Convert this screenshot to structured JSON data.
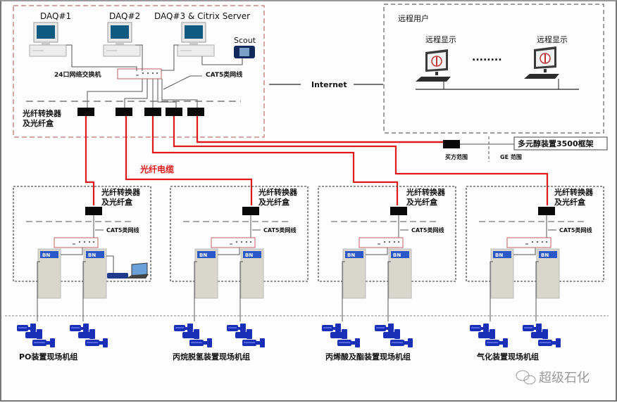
{
  "control_room": {
    "stations": [
      {
        "label": "DAQ#1",
        "icon": "desktop-computer-icon"
      },
      {
        "label": "DAQ#2",
        "icon": "desktop-computer-icon"
      },
      {
        "label": "DAQ#3 & Citrix Server",
        "icon": "desktop-computer-icon"
      }
    ],
    "scout_label": "Scout",
    "switch_label": "24口网络交换机",
    "cable_label": "CAT5类网线",
    "converter_label_line1": "光纤转换器",
    "converter_label_line2": "及光纤盒"
  },
  "internet_label": "Internet",
  "remote": {
    "title": "远程用户",
    "displays": [
      {
        "label": "远程显示",
        "icon": "remote-monitor-icon"
      },
      {
        "label": "远程显示",
        "icon": "remote-monitor-icon"
      }
    ],
    "ellipsis": "........"
  },
  "fiber_cable_label": "光纤电缆",
  "rack": {
    "label": "多元醇装置3500框架",
    "buyer_scope": "买方范围",
    "ge_scope": "GE 范围"
  },
  "field_stations": [
    {
      "converter_line1": "光纤转换器",
      "converter_line2": "及光纤盒",
      "cable_label": "CAT5类网线",
      "has_laptop": true,
      "group_label": "PO装置现场机组"
    },
    {
      "converter_line1": "光纤转换器",
      "converter_line2": "及光纤盒",
      "cable_label": "CAT5类网线",
      "has_laptop": false,
      "group_label": "丙烷脱氢装置现场机组"
    },
    {
      "converter_line1": "光纤转换器",
      "converter_line2": "及光纤盒",
      "cable_label": "CAT5类网线",
      "has_laptop": false,
      "group_label": "丙烯酸及酯装置现场机组"
    },
    {
      "converter_line1": "光纤转换器",
      "converter_line2": "及光纤盒",
      "cable_label": "CAT5类网线",
      "has_laptop": false,
      "group_label": "气化装置现场机组"
    }
  ],
  "watermark": "超级石化",
  "colors": {
    "fiber": "#e01818",
    "control_border": "#c98a8a",
    "dashed": "#666666",
    "machine": "#1a2fb8",
    "cabinet": "#d8d4cc"
  }
}
